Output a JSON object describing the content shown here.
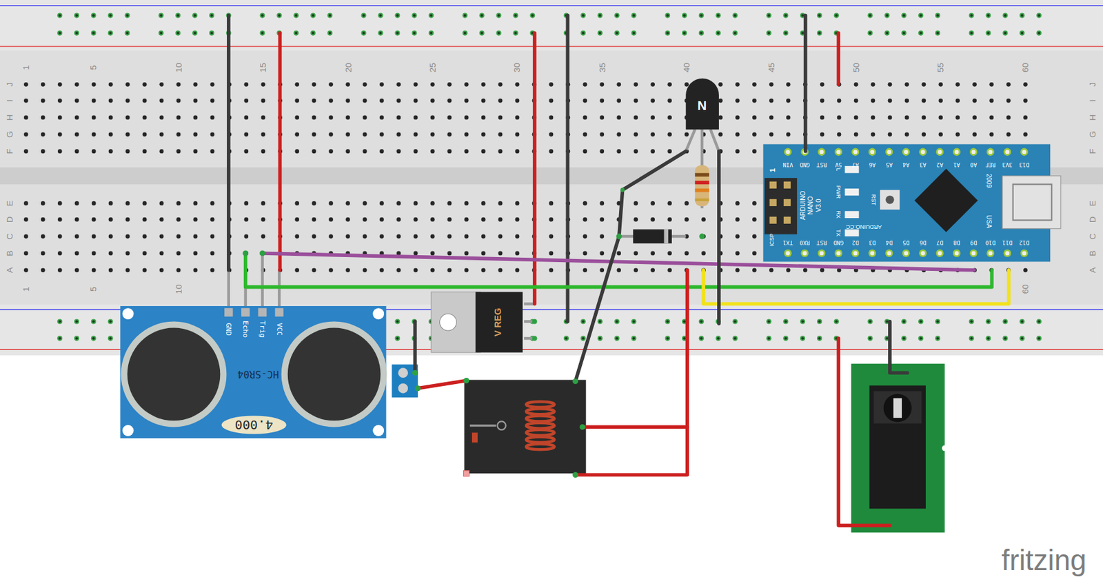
{
  "diagram": {
    "nodes": [
      {
        "text": [
          "HC-SR04",
          "4.000"
        ]
      },
      {
        "text": [
          "ARDUINO NANO V3.0",
          "ARDUINO.CC",
          "2009",
          "USA"
        ]
      },
      {
        "text": [
          "N"
        ]
      },
      {
        "text": [
          "V REG"
        ]
      }
    ],
    "labels": [
      "1",
      "5",
      "10",
      "15",
      "20",
      "25",
      "30",
      "35",
      "40",
      "45",
      "50",
      "55",
      "60",
      "J",
      "I",
      "H",
      "G",
      "F",
      "E",
      "D",
      "C",
      "B",
      "A",
      "J",
      "I",
      "H",
      "G",
      "F",
      "E",
      "D",
      "C",
      "B",
      "A",
      "1",
      "5",
      "10",
      "60",
      "GND",
      "Echo",
      "Trig",
      "VCC",
      "VIN",
      "GND",
      "RST",
      "5V",
      "A7",
      "A6",
      "A5",
      "A4",
      "A3",
      "A2",
      "A1",
      "A0",
      "REF",
      "3V3",
      "D13",
      "TX1",
      "RX0",
      "RST",
      "GND",
      "D2",
      "D3",
      "D4",
      "D5",
      "D6",
      "D7",
      "D8",
      "D9",
      "D10",
      "D11",
      "D12",
      "ICSP",
      "1",
      "L",
      "PWR",
      "RX",
      "TX",
      "RST",
      "fritzing"
    ]
  }
}
